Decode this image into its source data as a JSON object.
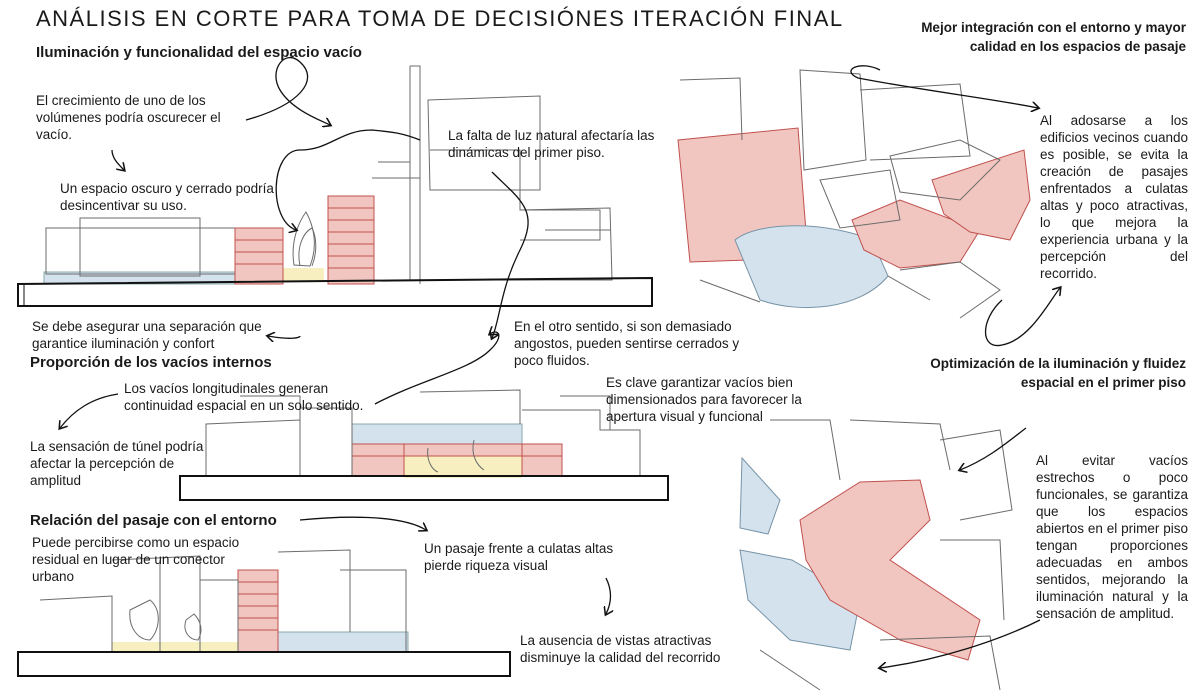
{
  "title": "ANÁLISIS EN CORTE PARA TOMA DE DECISIÓNES ITERACIÓN FINAL",
  "section1": {
    "heading": "Iluminación y funcionalidad del espacio vacío",
    "note_a": "El crecimiento de uno de los volúmenes podría oscurecer el vacío.",
    "note_b": "La falta de luz natural afectaría las dinámicas del primer piso.",
    "note_c": "Un espacio oscuro y cerrado podría desincentivar su uso.",
    "note_d": "Se debe asegurar una separación que garantice iluminación y confort"
  },
  "section2": {
    "heading": "Proporción de los vacíos internos",
    "note_a": "En el otro sentido, si son demasiado angostos, pueden sentirse cerrados y poco fluidos.",
    "note_b": "Los vacíos longitudinales generan continuidad espacial en un solo sentido.",
    "note_c": "Es clave garantizar vacíos bien dimensionados para favorecer la apertura visual y funcional",
    "note_d": "La sensación de túnel podría afectar la percepción de amplitud"
  },
  "section3": {
    "heading": "Relación del pasaje con el entorno",
    "note_a": "Puede percibirse como un espacio residual en lugar de un conector urbano",
    "note_b": "Un pasaje frente a culatas altas pierde riqueza visual",
    "note_c": "La ausencia de vistas atractivas disminuye la calidad del recorrido"
  },
  "right_top": {
    "heading": "Mejor integración con el entorno y mayor calidad en los espacios de pasaje",
    "body": "Al adosarse a los edificios vecinos cuando es posible, se evita la creación de pasajes enfrentados a culatas altas y poco atractivas, lo que mejora la experiencia urbana y la percepción del recorrido."
  },
  "right_bottom": {
    "heading": "Optimización de la iluminación y fluidez espacial en el primer piso",
    "body": "Al evitar vacíos estrechos o poco funcionales, se garantiza que los espacios abiertos en el primer piso tengan proporciones adecuadas en ambos sentidos, mejorando la iluminación natural y la sensación de amplitud."
  },
  "colors": {
    "red_volume": "#f2c6c0",
    "red_line": "#c0504d",
    "blue_volume": "#d3e2ec",
    "yellow_ground": "#f7efbf",
    "sketch_line": "#6b6b6b"
  }
}
